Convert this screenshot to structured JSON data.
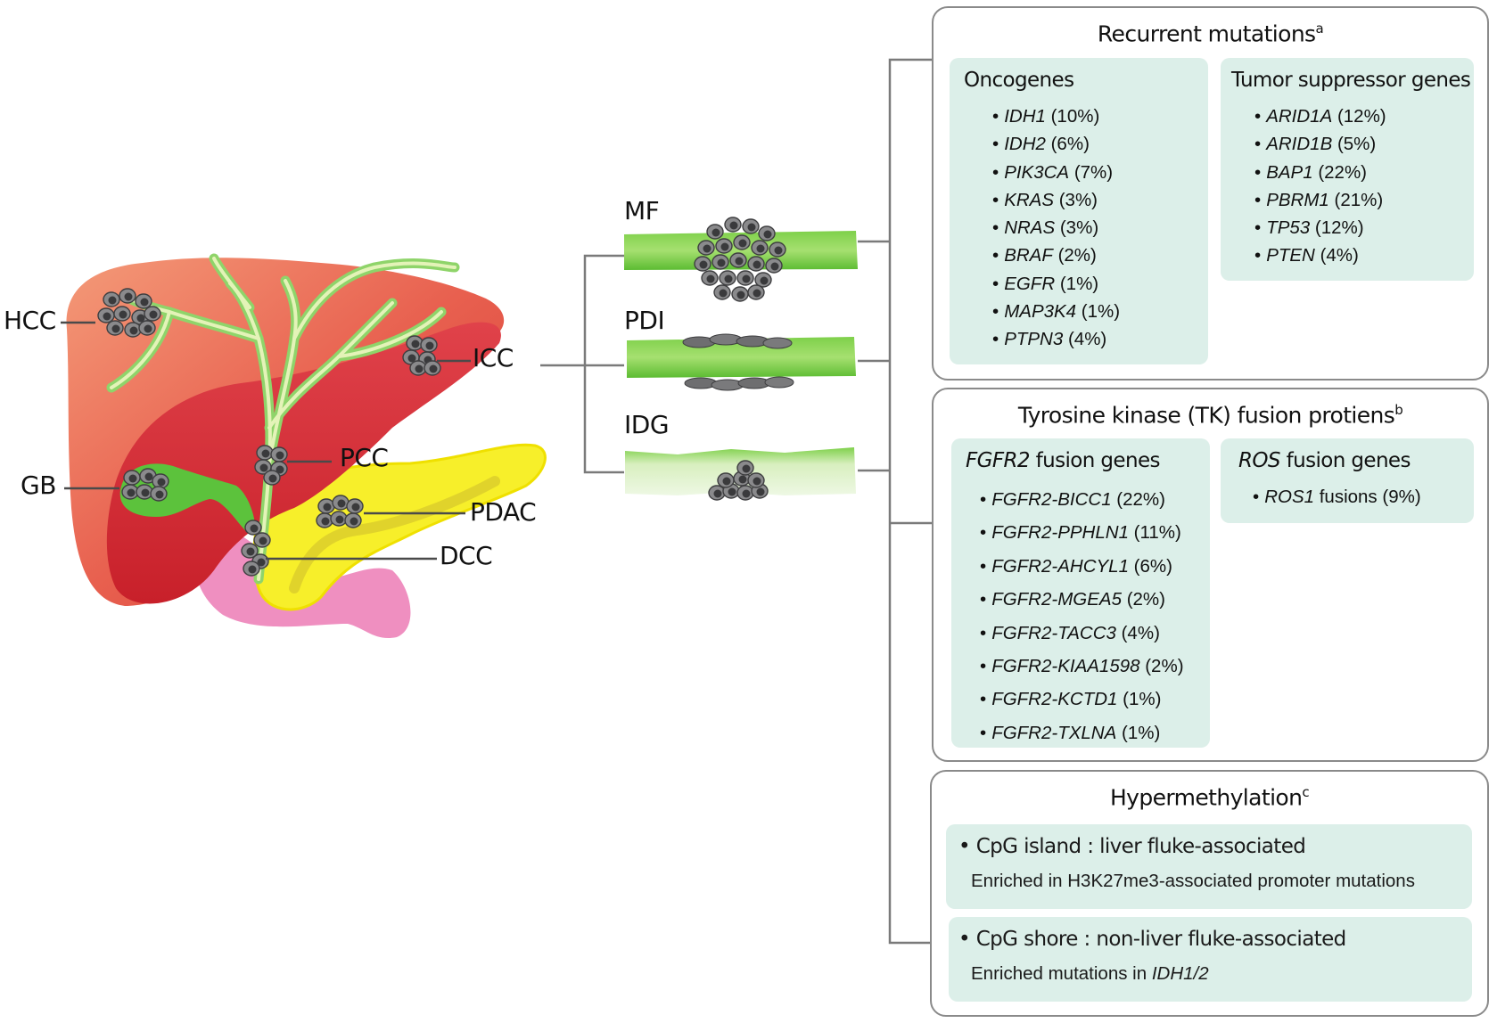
{
  "illustration": {
    "anatomy_labels": {
      "hcc": "HCC",
      "icc": "ICC",
      "pcc": "PCC",
      "gb": "GB",
      "pdac": "PDAC",
      "dcc": "DCC"
    },
    "growth_patterns": {
      "mf": "MF",
      "pdi": "PDI",
      "idg": "IDG"
    },
    "colors": {
      "liver": "#e8604f",
      "liver_dark": "#d42d33",
      "bile_duct": "#8fd46a",
      "bile_duct_inner": "#e4f3b8",
      "pancreas": "#f7ef2a",
      "duodenum": "#ef8fc0",
      "gallbladder": "#5cc23c",
      "tumor": "#6e6e70",
      "duct_green": "#6cc93c",
      "panel_fill": "#dcefe9",
      "panel_border": "#8a8a8a"
    }
  },
  "recurrent_mutations": {
    "title": "Recurrent mutations",
    "sup": "a",
    "oncogenes": {
      "title": "Oncogenes",
      "items": [
        {
          "gene": "IDH1",
          "pct": "(10%)"
        },
        {
          "gene": "IDH2",
          "pct": "(6%)"
        },
        {
          "gene": "PIK3CA",
          "pct": "(7%)"
        },
        {
          "gene": "KRAS",
          "pct": "(3%)"
        },
        {
          "gene": "NRAS",
          "pct": "(3%)"
        },
        {
          "gene": "BRAF",
          "pct": "(2%)"
        },
        {
          "gene": "EGFR",
          "pct": "(1%)"
        },
        {
          "gene": "MAP3K4",
          "pct": "(1%)"
        },
        {
          "gene": "PTPN3",
          "pct": "(4%)"
        }
      ]
    },
    "tumor_suppressors": {
      "title": "Tumor suppressor genes",
      "items": [
        {
          "gene": "ARID1A",
          "pct": "(12%)"
        },
        {
          "gene": "ARID1B",
          "pct": "(5%)"
        },
        {
          "gene": "BAP1",
          "pct": "(22%)"
        },
        {
          "gene": "PBRM1",
          "pct": "(21%)"
        },
        {
          "gene": "TP53",
          "pct": "(12%)"
        },
        {
          "gene": "PTEN",
          "pct": "(4%)"
        }
      ]
    }
  },
  "tk_fusions": {
    "title": "Tyrosine kinase (TK) fusion protiens",
    "sup": "b",
    "fgfr2": {
      "title_italic": "FGFR2",
      "title_rest": " fusion genes",
      "items": [
        {
          "gene": "FGFR2-BICC1",
          "pct": "(22%)"
        },
        {
          "gene": "FGFR2-PPHLN1",
          "pct": "(11%)"
        },
        {
          "gene": "FGFR2-AHCYL1",
          "pct": "(6%)"
        },
        {
          "gene": "FGFR2-MGEA5",
          "pct": "(2%)"
        },
        {
          "gene": "FGFR2-TACC3",
          "pct": "(4%)"
        },
        {
          "gene": "FGFR2-KIAA1598",
          "pct": "(2%)"
        },
        {
          "gene": "FGFR2-KCTD1",
          "pct": "(1%)"
        },
        {
          "gene": "FGFR2-TXLNA",
          "pct": "(1%)"
        }
      ]
    },
    "ros": {
      "title_italic": "ROS",
      "title_rest": " fusion genes",
      "items": [
        {
          "gene": "ROS1",
          "pct": "fusions (9%)"
        }
      ]
    }
  },
  "hypermethylation": {
    "title": "Hypermethylation",
    "sup": "c",
    "blocks": [
      {
        "line1": "CpG island :  liver fluke-associated",
        "line2_text": "Enriched in H3K27me3-associated promoter mutations",
        "line2_italic": ""
      },
      {
        "line1": "CpG shore :  non-liver fluke-associated",
        "line2_text": "Enriched mutations in ",
        "line2_italic": "IDH1/2"
      }
    ]
  },
  "bullet": "•"
}
